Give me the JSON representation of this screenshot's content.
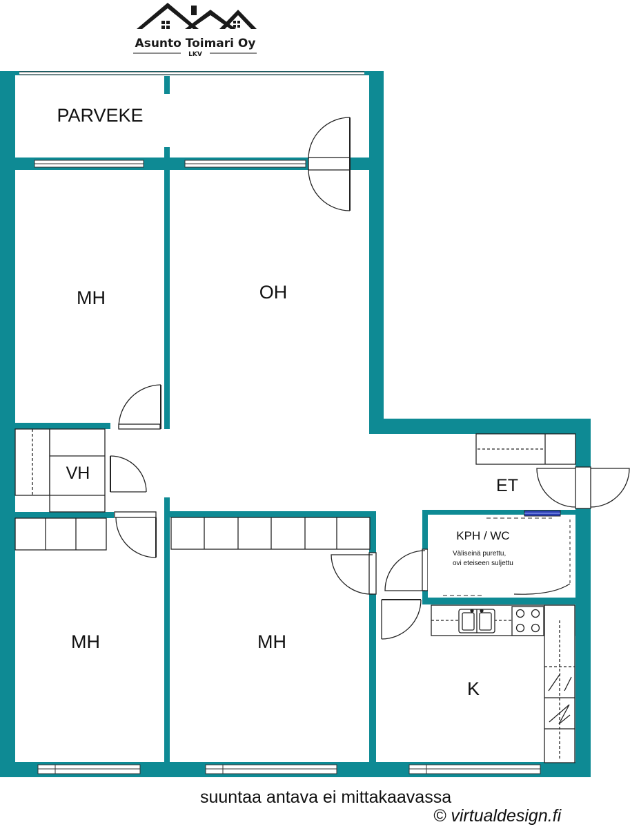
{
  "logo": {
    "company": "Asunto Toimari Oy",
    "sub": "LKV"
  },
  "rooms": {
    "balcony": "PARVEKE",
    "bedroom_top_left": "MH",
    "living_room": "OH",
    "walk_in_closet": "VH",
    "hall": "ET",
    "bathroom": "KPH / WC",
    "bathroom_note_line1": "Väliseinä purettu,",
    "bathroom_note_line2": "ovi eteiseen suljettu",
    "bedroom_bottom_left": "MH",
    "bedroom_bottom_middle": "MH",
    "kitchen": "K"
  },
  "footer": {
    "disclaimer": "suuntaa antava ei mittakaavassa",
    "copyright": "© virtualdesign.fi"
  },
  "colors": {
    "wall": "#0e8a94",
    "window": "#ffffff",
    "line": "#222222",
    "accent_blue": "#2b3fb5"
  }
}
